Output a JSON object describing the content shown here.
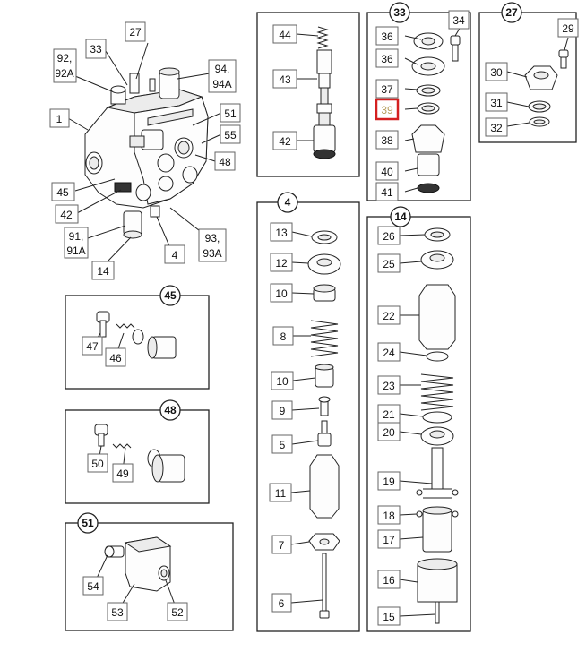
{
  "callouts": {
    "c45": "45",
    "c48": "48",
    "c51": "51",
    "c4": "4",
    "c14": "14",
    "c33": "33",
    "c27": "27"
  },
  "labels": {
    "l27": "27",
    "l33": "33",
    "l92": "92,",
    "l92a": "92A",
    "l94": "94,",
    "l94a": "94A",
    "l1": "1",
    "l51": "51",
    "l55": "55",
    "l48": "48",
    "l45": "45",
    "l42": "42",
    "l91": "91,",
    "l91a": "91A",
    "l14": "14",
    "l4": "4",
    "l93": "93,",
    "l93a": "93A",
    "l47": "47",
    "l46": "46",
    "l50": "50",
    "l49": "49",
    "l54": "54",
    "l53": "53",
    "l52": "52",
    "l44": "44",
    "l43": "43",
    "l42b": "42",
    "l13": "13",
    "l12": "12",
    "l10a": "10",
    "l8": "8",
    "l10b": "10",
    "l9": "9",
    "l5": "5",
    "l11": "11",
    "l7": "7",
    "l6": "6",
    "l34": "34",
    "l36a": "36",
    "l36b": "36",
    "l37": "37",
    "l39": "39",
    "l38": "38",
    "l40": "40",
    "l41": "41",
    "l29": "29",
    "l30": "30",
    "l31": "31",
    "l32": "32",
    "l26": "26",
    "l25": "25",
    "l22": "22",
    "l24": "24",
    "l23": "23",
    "l21": "21",
    "l20": "20",
    "l19": "19",
    "l18": "18",
    "l17": "17",
    "l16": "16",
    "l15": "15"
  },
  "colors": {
    "highlight_border": "#d42020",
    "highlight_text": "#b8a060"
  },
  "highlighted_label": "39"
}
